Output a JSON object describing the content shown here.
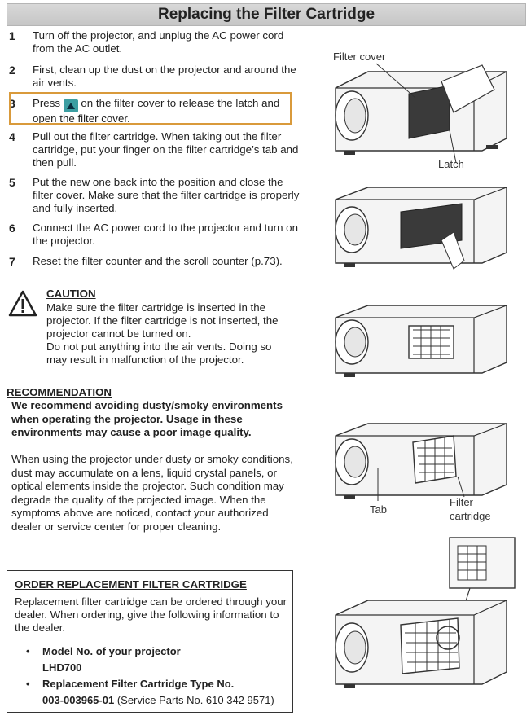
{
  "title": "Replacing the Filter Cartridge",
  "steps": [
    {
      "num": "1",
      "text": "Turn off the projector, and unplug the AC power cord from the AC outlet."
    },
    {
      "num": "2",
      "text": "First, clean up the dust on the projector and around the air vents."
    },
    {
      "num": "3",
      "text_before": "Press",
      "text_after": "on the filter cover to release the latch and open the filter cover."
    },
    {
      "num": "4",
      "text": "Pull out the filter cartridge. When taking out the filter cartridge, put your finger on the filter cartridge’s tab and then pull."
    },
    {
      "num": "5",
      "text": "Put the new one back into the position and close the filter cover. Make sure that the filter cartridge is properly and fully inserted."
    },
    {
      "num": "6",
      "text": "Connect the AC power cord to the projector and turn on the projector."
    },
    {
      "num": "7",
      "text": "Reset the filter counter and the scroll counter (p.73)."
    }
  ],
  "caution": {
    "title": "CAUTION",
    "line1": "Make sure the filter cartridge is inserted in the projector. If the filter cartridge is not inserted, the projector cannot be turned on.",
    "line2": "Do not put anything into the air vents. Doing so may result in malfunction of the projector."
  },
  "recommendation": {
    "title": "RECOMMENDATION",
    "bold": "We recommend avoiding dusty/smoky environments when operating the projector. Usage in these environments may cause a poor image quality.",
    "body": "When using the projector under dusty or smoky conditions, dust may accumulate on a lens, liquid crystal panels, or optical elements inside the projector. Such condition may degrade the quality of the projected image. When the symptoms above are noticed, contact your authorized dealer or service center for proper cleaning."
  },
  "order": {
    "title": "ORDER REPLACEMENT FILTER CARTRIDGE",
    "intro": "Replacement filter cartridge can be ordered through your dealer. When ordering, give the following information to the dealer.",
    "items": [
      {
        "label": "Model No. of your projector",
        "value": "LHD700",
        "note": ""
      },
      {
        "label": "Replacement Filter Cartridge Type No.",
        "value": "003-003965-01",
        "note": "(Service Parts No. 610 342 9571)"
      }
    ]
  },
  "figure_labels": {
    "filter_cover": "Filter cover",
    "latch": "Latch",
    "tab": "Tab",
    "filter": "Filter",
    "cartridge": "cartridge"
  }
}
